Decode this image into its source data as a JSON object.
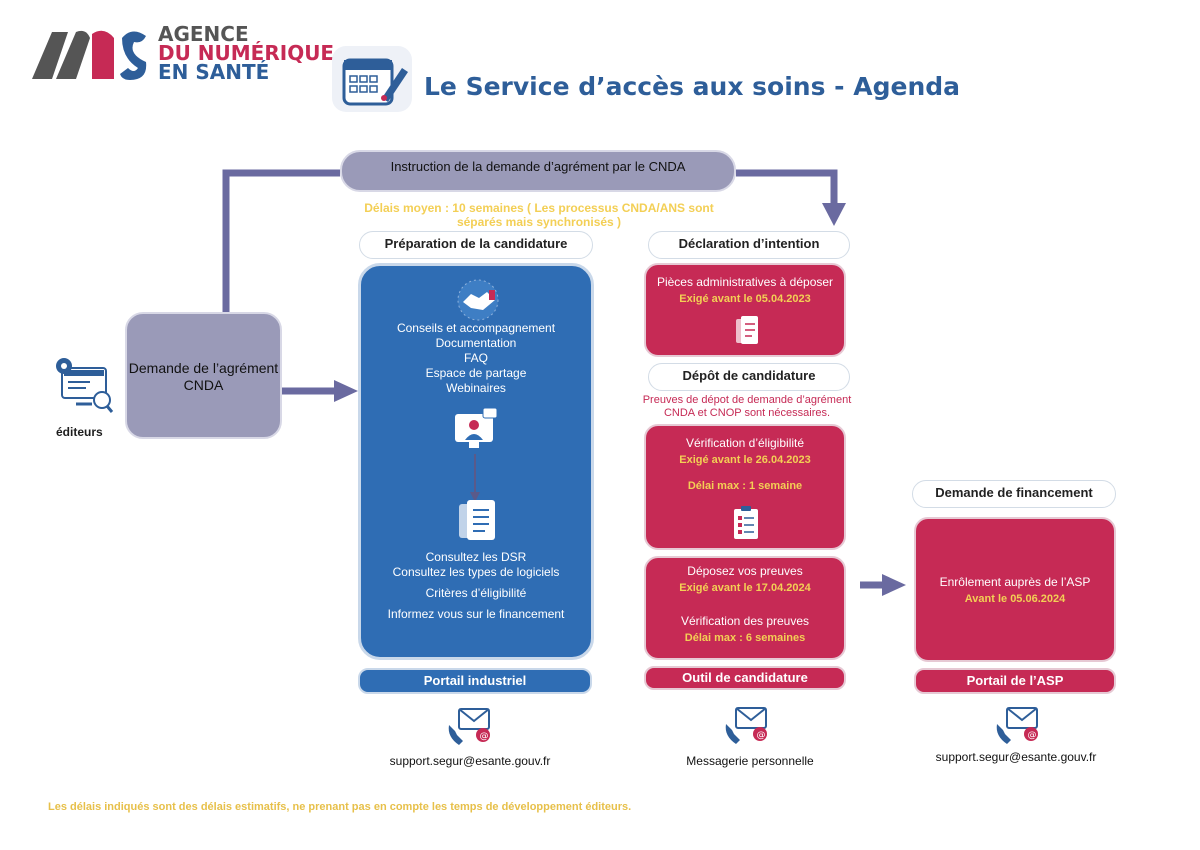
{
  "header": {
    "logo_lines": [
      "AGENCE",
      "DU NUMÉRIQUE",
      "EN SANTÉ"
    ],
    "title": "Le Service d’accès aux soins - Agenda"
  },
  "instruction": {
    "label": "Instruction de la demande d’agrément par le CNDA",
    "delay": "Délais moyen : 10 semaines ( Les processus CNDA/ANS sont séparés mais synchronisés )"
  },
  "editeurs": {
    "label": "éditeurs"
  },
  "demande": {
    "label": "Demande de l’agrément CNDA"
  },
  "preparation": {
    "header": "Préparation de la candidature",
    "items_top": [
      "Conseils et accompagnement",
      "Documentation",
      "FAQ",
      "Espace de partage",
      "Webinaires"
    ],
    "items_bottom": [
      "Consultez les DSR",
      "Consultez les types de logiciels",
      "Critères d’éligibilité",
      "Informez vous sur le financement"
    ],
    "footer": "Portail industriel"
  },
  "declaration": {
    "header": "Déclaration d’intention",
    "pieces": "Pièces administratives à déposer",
    "pieces_deadline": "Exigé avant le 05.04.2023"
  },
  "depot": {
    "header": "Dépôt de candidature",
    "note": "Preuves de dépot de demande d’agrément CNDA et CNOP sont nécessaires.",
    "verif": "Vérification d’éligibilité",
    "verif_deadline": "Exigé avant le 26.04.2023",
    "verif_delay": "Délai max : 1 semaine",
    "preuves": "Déposez vos preuves",
    "preuves_deadline": "Exigé avant le 17.04.2024",
    "verif_preuves": "Vérification des preuves",
    "verif_preuves_delay": "Délai max : 6 semaines",
    "footer": "Outil de candidature"
  },
  "financement": {
    "header": "Demande de financement",
    "enrolement": "Enrôlement auprès de l’ASP",
    "enrolement_deadline": "Avant le 05.06.2024",
    "footer": "Portail de l’ASP"
  },
  "contacts": {
    "left": "support.segur@esante.gouv.fr",
    "middle": "Messagerie personnelle",
    "right": "support.segur@esante.gouv.fr"
  },
  "footnote": "Les délais indiqués sont des délais estimatifs, ne prenant pas en compte les temps de développement éditeurs.",
  "colors": {
    "brand_blue": "#2e5e99",
    "red": "#c62a55",
    "blue_box": "#2f6db4",
    "grey_box": "#9a9ab8",
    "arrow": "#6a6aa0",
    "yellow": "#f3cf55"
  }
}
